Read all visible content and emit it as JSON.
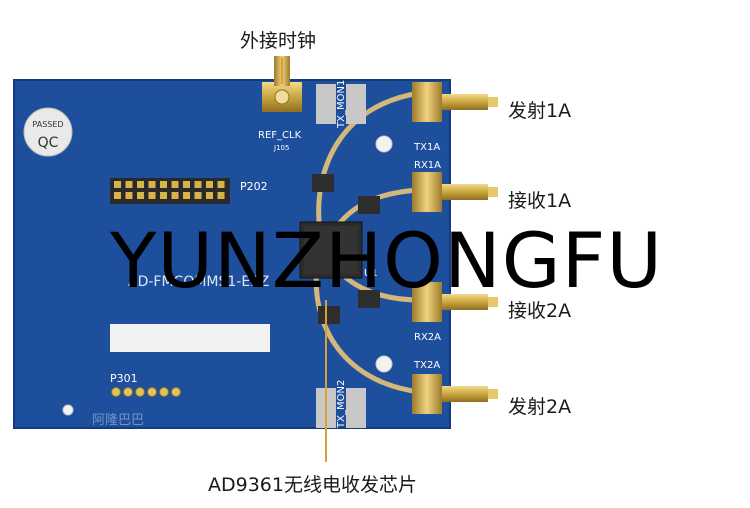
{
  "callouts": {
    "ref_clock": "外接时钟",
    "tx1a": "发射1A",
    "rx1a": "接收1A",
    "rx2a": "接收2A",
    "tx2a": "发射2A",
    "chip": "AD9361无线电收发芯片"
  },
  "watermark": "YUNZHONGFU",
  "board": {
    "silkscreen": {
      "ref_clk": "REF_CLK",
      "j105": "J105",
      "p202": "P202",
      "tx_mon1": "TX_MON1",
      "tx_mon2": "TX_MON2",
      "tx1a": "TX1A",
      "rx1a": "RX1A",
      "rx2a": "RX2A",
      "tx2a": "TX2A",
      "p301": "P301",
      "u1": "U1",
      "board_name": "AD-FMCOMMS1-EBZ",
      "qc": "QC",
      "passed": "PASSED",
      "shop": "阿隆巴巴"
    },
    "colors": {
      "pcb": "#1d4f9c",
      "copper_trace": "#d4b87a",
      "gold": "#c9a63f",
      "chip": "#2b2b2b"
    }
  }
}
